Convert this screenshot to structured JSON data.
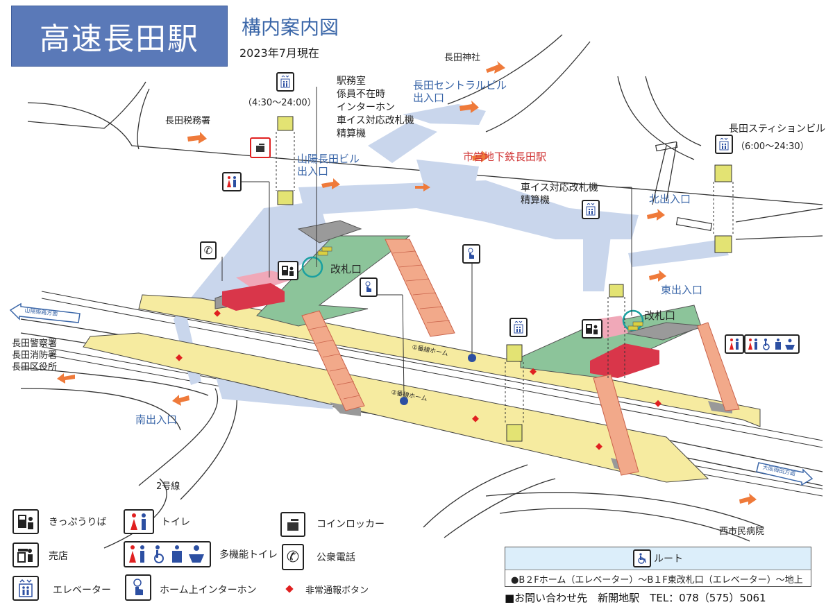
{
  "title": "高速長田駅",
  "subtitle": "構内案内図",
  "date": "2023年7月現在",
  "labels": {
    "nagata_shrine": "長田神社",
    "tax_office": "長田税務署",
    "central_bldg": "長田セントラルビル\n出入口",
    "sanyo_bldg": "山陽長田ビル\n出入口",
    "subway_station": "市営地下鉄長田駅",
    "station_info": "駅務室\n係員不在時\nインターホン\n車イス対応改札機\n精算機",
    "hours_west": "（4:30～24:00）",
    "station_bldg": "長田スティションビル",
    "hours_east": "（6:00～24:30）",
    "wheelchair_gate_east": "車イス対応改札機\n精算機",
    "north_exit": "北出入口",
    "east_exit": "東出入口",
    "gate_west": "改札口",
    "gate_east": "改札口",
    "police": "長田警察署\n長田消防署\n長田区役所",
    "south_exit": "南出入口",
    "route2": "2号線",
    "hospital": "西市民病院",
    "platform1": "①番線ホーム",
    "platform2": "②番線ホーム",
    "dir_west": "山陽姫路方面",
    "dir_east": "大阪梅田方面"
  },
  "legend": {
    "ticket": "きっぷうりば",
    "toilet": "トイレ",
    "locker": "コインロッカー",
    "shop": "売店",
    "multi_toilet": "多機能トイレ",
    "phone": "公衆電話",
    "elevator": "エレベーター",
    "intercom": "ホーム上インターホン",
    "emergency": "非常通報ボタン"
  },
  "route": {
    "heading": "ルート",
    "text": "●B２Fホーム（エレベーター）～B１F東改札口（エレベーター）～地上"
  },
  "contact": {
    "text": "■お問い合わせ先　新開地駅　TEL：078（575）5061"
  },
  "colors": {
    "concourse": "#c9d6ec",
    "platform": "#f6eba0",
    "paid_area": "#8cc49a",
    "ticket_office": "#d9364a",
    "ticket_pink": "#f0a8b8",
    "stairs": "#f2a98a",
    "elevator": "#e3e373",
    "title_bg": "#5a79b8",
    "arrow": "#ef7a3a",
    "emergency": "#e02020"
  }
}
